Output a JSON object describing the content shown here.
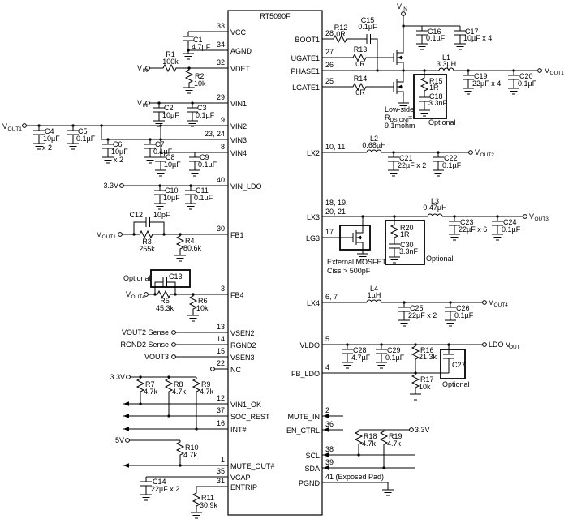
{
  "ic": {
    "title": "RT5090F",
    "left_pins": [
      {
        "num": "33",
        "name": "VCC"
      },
      {
        "num": "34",
        "name": "AGND"
      },
      {
        "num": "32",
        "name": "VDET"
      },
      {
        "num": "29",
        "name": "VIN1"
      },
      {
        "num": "9",
        "name": "VIN2"
      },
      {
        "num": "23, 24",
        "name": "VIN3"
      },
      {
        "num": "8",
        "name": "VIN4"
      },
      {
        "num": "40",
        "name": "VIN_LDO"
      },
      {
        "num": "30",
        "name": "FB1"
      },
      {
        "num": "3",
        "name": "FB4"
      },
      {
        "num": "13",
        "name": "VSEN2"
      },
      {
        "num": "14",
        "name": "RGND2"
      },
      {
        "num": "15",
        "name": "VSEN3"
      },
      {
        "num": "22",
        "name": "NC"
      },
      {
        "num": "12",
        "name": "VIN1_OK"
      },
      {
        "num": "37",
        "name": "SOC_REST"
      },
      {
        "num": "16",
        "name": "INT#"
      },
      {
        "num": "1",
        "name": "MUTE_OUT#"
      },
      {
        "num": "35",
        "name": "VCAP"
      },
      {
        "num": "31",
        "name": "ENTRIP"
      }
    ],
    "right_pins": [
      {
        "num": "28",
        "name": "BOOT1"
      },
      {
        "num": "27",
        "name": "UGATE1"
      },
      {
        "num": "26",
        "name": "PHASE1"
      },
      {
        "num": "25",
        "name": "LGATE1"
      },
      {
        "num": "10, 11",
        "name": "LX2"
      },
      {
        "num": "18, 19,",
        "num2": "20, 21",
        "name": "LX3"
      },
      {
        "num": "17",
        "name": "LG3"
      },
      {
        "num": "6, 7",
        "name": "LX4"
      },
      {
        "num": "5",
        "name": "VLDO"
      },
      {
        "num": "4",
        "name": "FB_LDO"
      },
      {
        "num": "2",
        "name": "MUTE_IN"
      },
      {
        "num": "36",
        "name": "EN_CTRL"
      },
      {
        "num": "38",
        "name": "SCL"
      },
      {
        "num": "39",
        "name": "SDA"
      },
      {
        "num": "41 (Exposed Pad)",
        "name": "PGND"
      }
    ]
  },
  "resistors": {
    "R1": {
      "ref": "R1",
      "val": "100k"
    },
    "R2": {
      "ref": "R2",
      "val": "10k"
    },
    "R3": {
      "ref": "R3",
      "val": "255k"
    },
    "R4": {
      "ref": "R4",
      "val": "80.6k"
    },
    "R5": {
      "ref": "R5",
      "val": "45.3k"
    },
    "R6": {
      "ref": "R6",
      "val": "10k"
    },
    "R7": {
      "ref": "R7",
      "val": "4.7k"
    },
    "R8": {
      "ref": "R8",
      "val": "4.7k"
    },
    "R9": {
      "ref": "R9",
      "val": "4.7k"
    },
    "R10": {
      "ref": "R10",
      "val": "4.7k"
    },
    "R11": {
      "ref": "R11",
      "val": "30.9k"
    },
    "R12": {
      "ref": "R12",
      "val": "0R"
    },
    "R13": {
      "ref": "R13",
      "val": "0R"
    },
    "R14": {
      "ref": "R14",
      "val": "0R"
    },
    "R15": {
      "ref": "R15",
      "val": "1R"
    },
    "R16": {
      "ref": "R16",
      "val": "21.3k"
    },
    "R17": {
      "ref": "R17",
      "val": "10k"
    },
    "R18": {
      "ref": "R18",
      "val": "4.7k"
    },
    "R19": {
      "ref": "R19",
      "val": "4.7k"
    },
    "R20": {
      "ref": "R20",
      "val": "1R"
    }
  },
  "capacitors": {
    "C1": {
      "ref": "C1",
      "val": "4.7µF"
    },
    "C2": {
      "ref": "C2",
      "val": "10µF"
    },
    "C3": {
      "ref": "C3",
      "val": "0.1µF"
    },
    "C4": {
      "ref": "C4",
      "val": "10µF",
      "val2": "x 2"
    },
    "C5": {
      "ref": "C5",
      "val": "0.1µF"
    },
    "C6": {
      "ref": "C6",
      "val": "10µF",
      "val2": "x 2"
    },
    "C7": {
      "ref": "C7",
      "val": "0.1µF"
    },
    "C8": {
      "ref": "C8",
      "val": "10µF"
    },
    "C9": {
      "ref": "C9",
      "val": "0.1µF"
    },
    "C10": {
      "ref": "C10",
      "val": "10µF"
    },
    "C11": {
      "ref": "C11",
      "val": "0.1µF"
    },
    "C12": {
      "ref": "C12",
      "val": "10pF"
    },
    "C13": {
      "ref": "C13"
    },
    "C14": {
      "ref": "C14",
      "val": "22µF x 2"
    },
    "C15": {
      "ref": "C15",
      "val": "0.1µF"
    },
    "C16": {
      "ref": "C16",
      "val": "0.1µF"
    },
    "C17": {
      "ref": "C17",
      "val": "10µF x 4"
    },
    "C18": {
      "ref": "C18",
      "val": "3.3nF"
    },
    "C19": {
      "ref": "C19",
      "val": "22µF x 4"
    },
    "C20": {
      "ref": "C20",
      "val": "0.1µF"
    },
    "C21": {
      "ref": "C21",
      "val": "22µF x 2"
    },
    "C22": {
      "ref": "C22",
      "val": "0.1µF"
    },
    "C23": {
      "ref": "C23",
      "val": "22µF x 6"
    },
    "C24": {
      "ref": "C24",
      "val": "0.1µF"
    },
    "C25": {
      "ref": "C25",
      "val": "22µF x 2"
    },
    "C26": {
      "ref": "C26",
      "val": "0.1µF"
    },
    "C27": {
      "ref": "C27"
    },
    "C28": {
      "ref": "C28",
      "val": "4.7µF"
    },
    "C29": {
      "ref": "C29",
      "val": "0.1µF"
    },
    "C30": {
      "ref": "C30",
      "val": "3.3nF"
    }
  },
  "inductors": {
    "L1": {
      "ref": "L1",
      "val": "3.3µH"
    },
    "L2": {
      "ref": "L2",
      "val": "0.68µH"
    },
    "L3": {
      "ref": "L3",
      "val": "0.47µH"
    },
    "L4": {
      "ref": "L4",
      "val": "1µH"
    }
  },
  "nets": {
    "vin": {
      "base": "V",
      "sub": "IN"
    },
    "vout1": {
      "base": "V",
      "sub": "OUT1"
    },
    "vout2": {
      "base": "V",
      "sub": "OUT2"
    },
    "vout3": {
      "base": "V",
      "sub": "OUT3"
    },
    "vout4": {
      "base": "V",
      "sub": "OUT4"
    },
    "ldo_vout": {
      "base": "LDO V",
      "sub": "OUT"
    },
    "v33": "3.3V",
    "v5": "5V",
    "vout2_sense": "VOUT2 Sense",
    "rgnd2_sense": "RGND2 Sense",
    "vout3_label": "VOUT3"
  },
  "notes": {
    "optional": "Optional",
    "low_side": "Low-side",
    "rdson_base": "R",
    "rdson_sub": "DS(ON)",
    "rdson_eq": "=",
    "rdson_val": "9.1mohm",
    "ext_mosfet": "External MOSFET",
    "ciss": "Ciss > 500pF"
  },
  "colors": {
    "line": "#000000",
    "background": "#ffffff"
  }
}
